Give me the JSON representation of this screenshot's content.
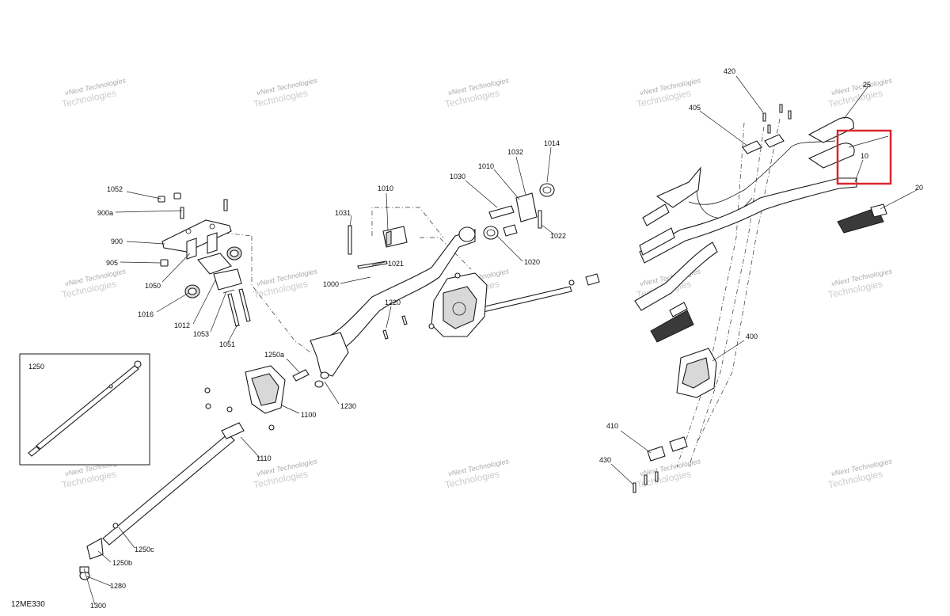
{
  "diagram_code": "12ME330",
  "watermark": {
    "line1": "vNext Technologies",
    "line2": "Technologies"
  },
  "inset_label": "1250",
  "highlight_color": "#d9262b",
  "part_labels": [
    "1052",
    "900a",
    "900",
    "905",
    "1050",
    "1016",
    "1012",
    "1053",
    "1051",
    "1031",
    "1010",
    "1021",
    "1000",
    "1030",
    "1010",
    "1032",
    "1014",
    "1022",
    "1020",
    "1220",
    "1230",
    "1250a",
    "1100",
    "1110",
    "1250c",
    "1250b",
    "1280",
    "1300",
    "420",
    "405",
    "25",
    "10",
    "20",
    "400",
    "410",
    "430"
  ]
}
